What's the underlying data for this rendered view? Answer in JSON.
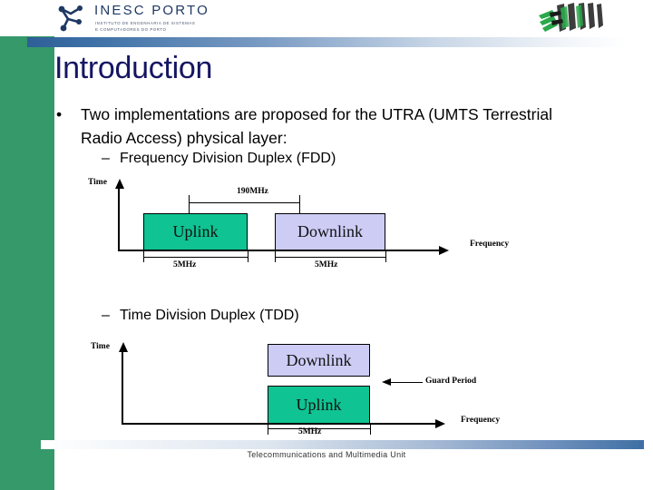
{
  "header": {
    "logo_primary": {
      "name": "INESC PORTO",
      "subtitle_line1": "INSTITUTO DE ENGENHARIA DE SISTEMAS",
      "subtitle_line2": "E COMPUTADORES DO PORTO"
    },
    "logo_secondary": {
      "name": "unit-logo"
    }
  },
  "slide": {
    "title": "Introduction",
    "title_color": "#151563",
    "sidebar_color": "#35996A",
    "bullets": [
      {
        "level": 1,
        "marker": "•",
        "text": "Two implementations are proposed for the UTRA (UMTS Terrestrial Radio Access) physical layer:"
      },
      {
        "level": 2,
        "marker": "–",
        "text": "Frequency Division Duplex (FDD)"
      },
      {
        "level": 2,
        "marker": "–",
        "text": "Time Division Duplex (TDD)"
      }
    ]
  },
  "fdd_diagram": {
    "y_axis_label": "Time",
    "x_axis_label": "Frequency",
    "blocks": [
      {
        "label": "Uplink",
        "color": "#0FC392",
        "width_label": "5MHz"
      },
      {
        "label": "Downlink",
        "color": "#CCCCF5",
        "width_label": "5MHz"
      }
    ],
    "separation_label": "190MHz"
  },
  "tdd_diagram": {
    "y_axis_label": "Time",
    "x_axis_label": "Frequency",
    "blocks": [
      {
        "label": "Downlink",
        "color": "#CCCCF5"
      },
      {
        "label": "Uplink",
        "color": "#0FC392"
      }
    ],
    "width_label": "5MHz",
    "annotation": "Guard Period"
  },
  "footer": {
    "text": "Telecommunications and Multimedia Unit"
  }
}
